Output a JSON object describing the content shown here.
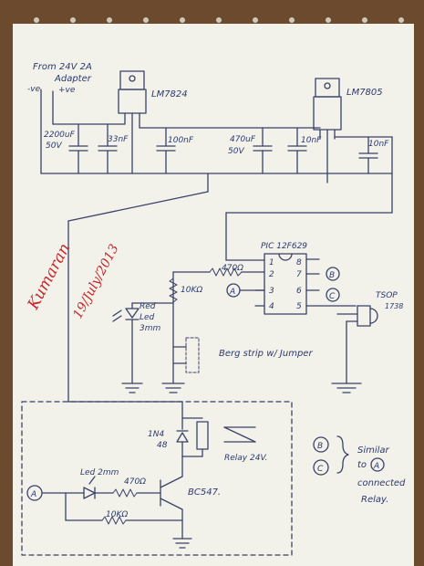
{
  "colors": {
    "paper": "#f2f1ea",
    "ink": "#3a4268",
    "signature": "#c8262a",
    "table": "#6b4a2e"
  },
  "labels": {
    "source": "From 24V 2A",
    "source2": "Adapter",
    "plus": "+ve",
    "minus": "-ve",
    "reg1": "LM7824",
    "reg2": "LM7805",
    "c1": "2200uF",
    "c1v": "50V",
    "c2": "33nF",
    "c3": "100nF",
    "c4": "470uF",
    "c4v": "50V",
    "c5": "10nF",
    "c6": "10nF",
    "pic": "PIC 12F629",
    "pins": [
      "1",
      "2",
      "3",
      "4",
      "8",
      "7",
      "6",
      "5"
    ],
    "r1": "470Ω",
    "r2": "10KΩ",
    "nodeA": "A",
    "nodeB": "B",
    "nodeC": "C",
    "led": "Red",
    "led2": "Led",
    "led3": "3mm",
    "tsop": "TSOP",
    "tsop2": "1738",
    "jumper": "Berg strip w/ Jumper",
    "sig1": "Kumaran",
    "sig2": "19/July/2013",
    "diode": "1N4",
    "diode2": "48",
    "relay": "Relay 24V.",
    "led2mm": "Led 2mm",
    "r3": "470Ω",
    "r4": "10KΩ",
    "tr": "BC547.",
    "note1": "Similar",
    "note2": "to",
    "note3": "connected",
    "note4": "Relay."
  }
}
